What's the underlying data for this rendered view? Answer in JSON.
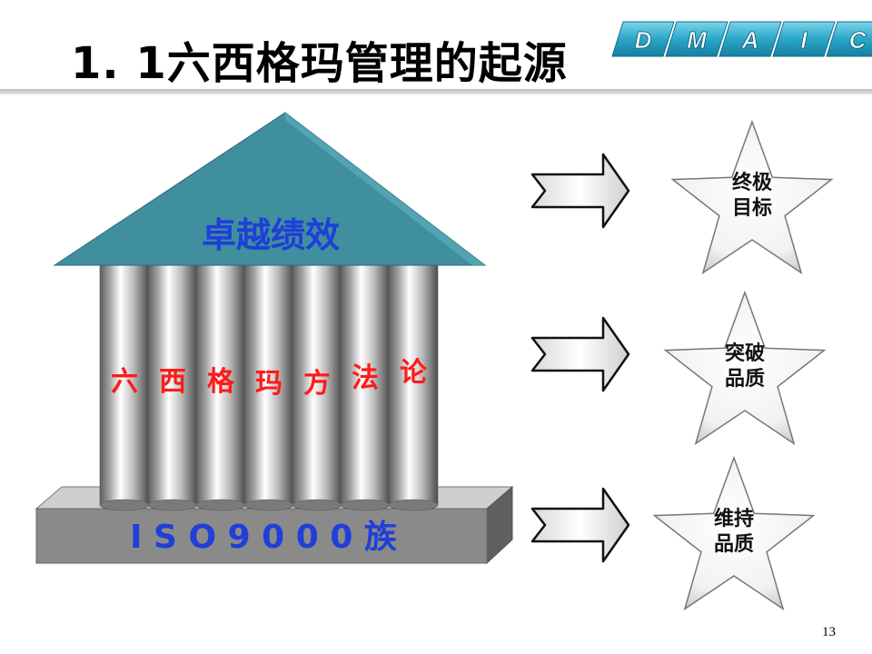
{
  "slide": {
    "title": "1. 1六西格玛管理的起源",
    "page_number": "13"
  },
  "dmaic_steps": [
    "D",
    "M",
    "A",
    "I",
    "C"
  ],
  "temple": {
    "roof_label": "卓越绩效",
    "pillar_chars": [
      "六",
      "西",
      "格",
      "玛",
      "方",
      "法",
      "论"
    ],
    "base_label": "I S O 9 0 0 0 族"
  },
  "outcomes": [
    {
      "line1": "终极",
      "line2": "目标"
    },
    {
      "line1": "突破",
      "line2": "品质"
    },
    {
      "line1": "维持",
      "line2": "品质"
    }
  ],
  "colors": {
    "roof": "#3f8f9e",
    "roof_text": "#1f3fd8",
    "pillar_text": "#ff1a1a",
    "base": "#8a8a8a",
    "base_text": "#1f3fd8",
    "dmaic_tab": "#2aa7c9"
  }
}
